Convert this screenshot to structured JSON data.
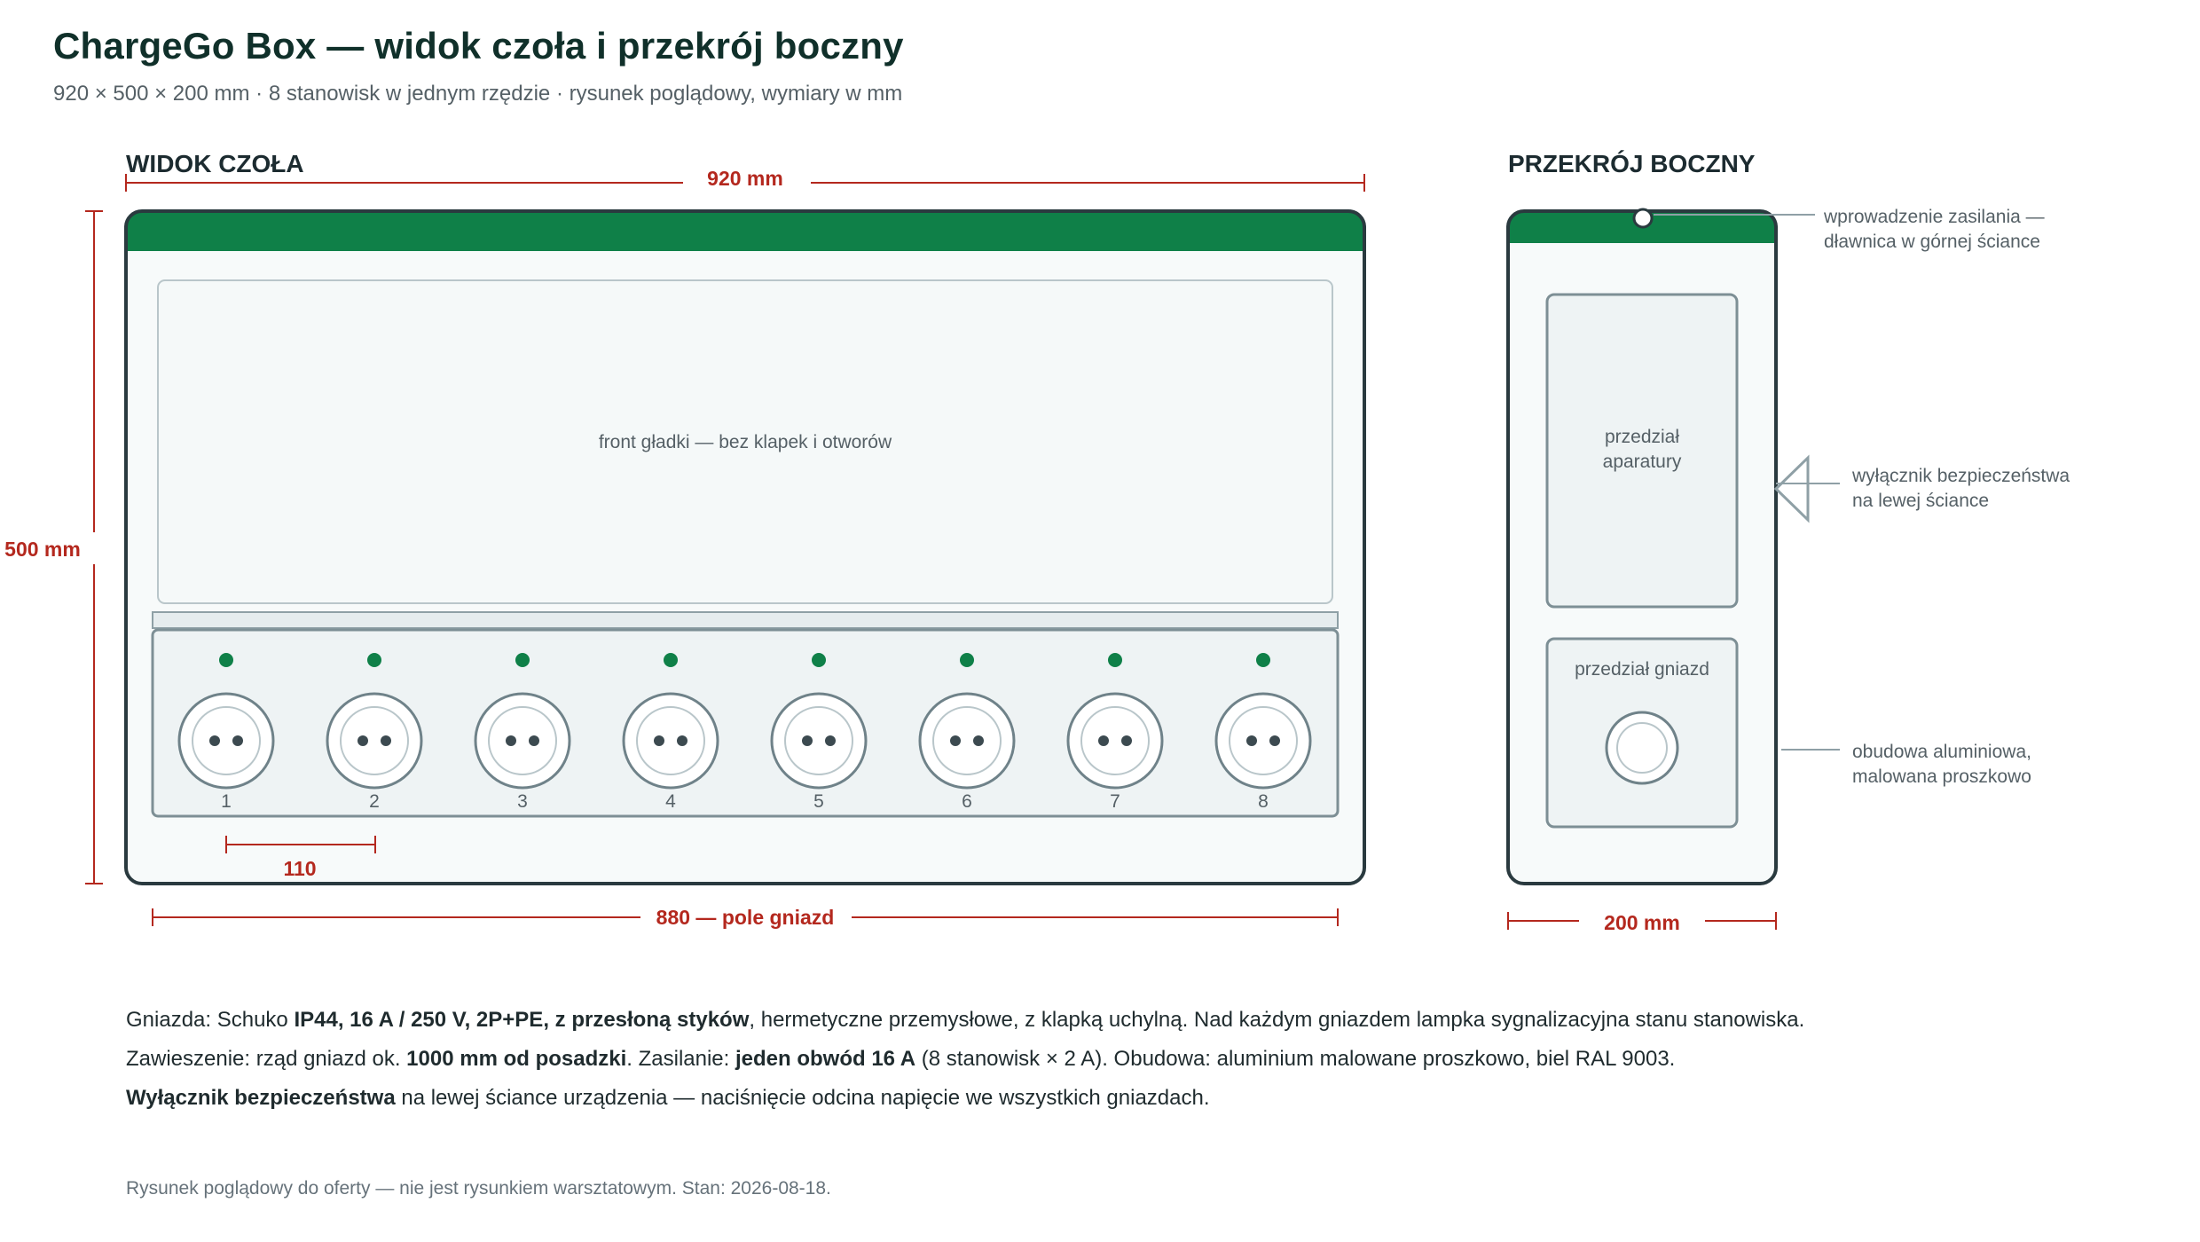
{
  "header": {
    "title": "ChargeGo Box — widok czoła i przekrój boczny",
    "subtitle": "920 × 500 × 200 mm · 8 stanowisk w jednym rzędzie · rysunek poglądowy, wymiary w mm"
  },
  "front_view": {
    "heading": "WIDOK CZOŁA",
    "width_label": "920 mm",
    "height_label": "500 mm",
    "panel_text": "front gładki — bez klapek i otworów",
    "pitch_label": "110",
    "field_label": "880 — pole gniazd",
    "sockets": [
      "1",
      "2",
      "3",
      "4",
      "5",
      "6",
      "7",
      "8"
    ]
  },
  "side_view": {
    "heading": "PRZEKRÓJ BOCZNY",
    "depth_label": "200 mm",
    "compartment_top": [
      "przedział",
      "aparatury"
    ],
    "compartment_bottom": "przedział gniazd",
    "callouts": [
      [
        "wprowadzenie zasilania —",
        "dławnica w górnej ściance"
      ],
      [
        "wyłącznik bezpieczeństwa",
        "na lewej ściance"
      ],
      [
        "obudowa aluminiowa,",
        "malowana proszkowo"
      ]
    ]
  },
  "notes": {
    "line1": [
      {
        "t": "Gniazda: Schuko ",
        "b": false
      },
      {
        "t": "IP44, 16 A / 250 V, 2P+PE, z przesłoną styków",
        "b": true
      },
      {
        "t": ", hermetyczne przemysłowe, z klapką uchylną. Nad każdym gniazdem lampka sygnalizacyjna stanu stanowiska.",
        "b": false
      }
    ],
    "line2": [
      {
        "t": "Zawieszenie: rząd gniazd ok. ",
        "b": false
      },
      {
        "t": "1000 mm od posadzki",
        "b": true
      },
      {
        "t": ". Zasilanie: ",
        "b": false
      },
      {
        "t": "jeden obwód 16 A",
        "b": true
      },
      {
        "t": " (8 stanowisk × 2 A). Obudowa: aluminium malowane proszkowo, biel RAL 9003.",
        "b": false
      }
    ],
    "line3": [
      {
        "t": "Wyłącznik bezpieczeństwa",
        "b": true
      },
      {
        "t": " na lewej ściance urządzenia — naciśnięcie odcina napięcie we wszystkich gniazdach.",
        "b": false
      }
    ]
  },
  "footer": "Rysunek poglądowy do oferty — nie jest rysunkiem warsztatowym. Stan: 2026-08-18.",
  "colors": {
    "brand_green": "#0f8048",
    "dimension_red": "#b4281e",
    "outline": "#2a3a3f",
    "socket_ring": "#6f8289",
    "panel_fill": "#f5f9f9",
    "strip_fill": "#eef3f4"
  }
}
